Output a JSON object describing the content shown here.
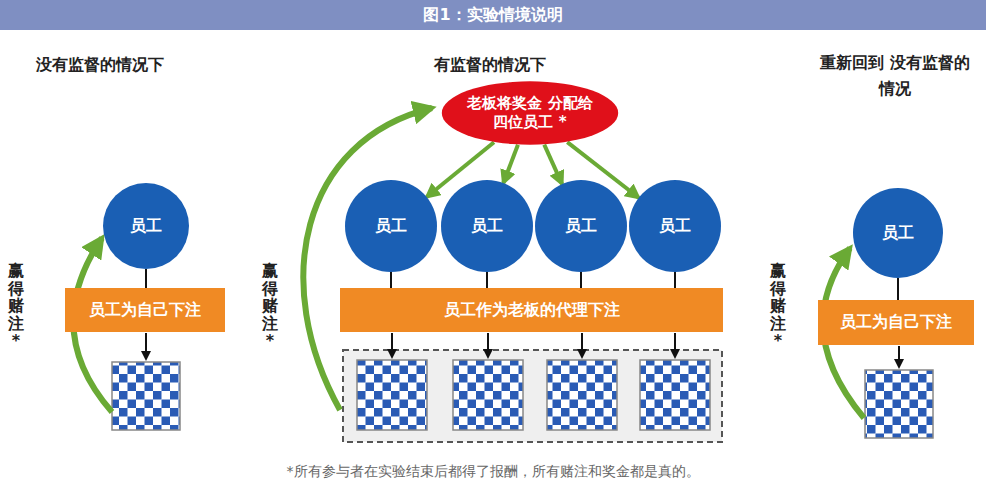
{
  "diagram": {
    "title": "图1：实验情境说明",
    "caption": "*所有参与者在实验结束后都得了报酬，所有赌注和奖金都是真的。",
    "nodes": [
      {
        "text": [
          "老板将奖金 分配给四位员工 *"
        ]
      },
      {
        "text": [
          "员工"
        ]
      },
      {
        "text": [
          "员工为自己下注"
        ]
      },
      {
        "text": [
          "员工"
        ]
      },
      {
        "text": [
          "员工"
        ]
      },
      {
        "text": [
          "员工"
        ]
      },
      {
        "text": [
          "员工"
        ]
      },
      {
        "text": [
          "员工作为老板的代理下注"
        ]
      },
      {
        "text": [
          "员工"
        ]
      },
      {
        "text": [
          "员工为自己下注"
        ]
      }
    ],
    "edges": [
      {
        "from": 0,
        "to": 3,
        "arrow": "to"
      },
      {
        "from": 0,
        "to": 4,
        "arrow": "to"
      },
      {
        "from": 0,
        "to": 5,
        "arrow": "to"
      },
      {
        "from": 0,
        "to": 6,
        "arrow": "to"
      },
      {
        "from": 1,
        "to": 2,
        "arrow": "none"
      },
      {
        "from": 3,
        "to": 7,
        "arrow": "none"
      },
      {
        "from": 4,
        "to": 7,
        "arrow": "none"
      },
      {
        "from": 5,
        "to": 7,
        "arrow": "none"
      },
      {
        "from": 6,
        "to": 7,
        "arrow": "none"
      },
      {
        "from": 8,
        "to": 9,
        "arrow": "none"
      }
    ],
    "labels": [
      "没有监督的情况下",
      "有监督的情况下",
      "重新回到 没有监督的情况",
      "赢得赌注*",
      "赢得赌注*",
      "赢得赌注*"
    ]
  }
}
